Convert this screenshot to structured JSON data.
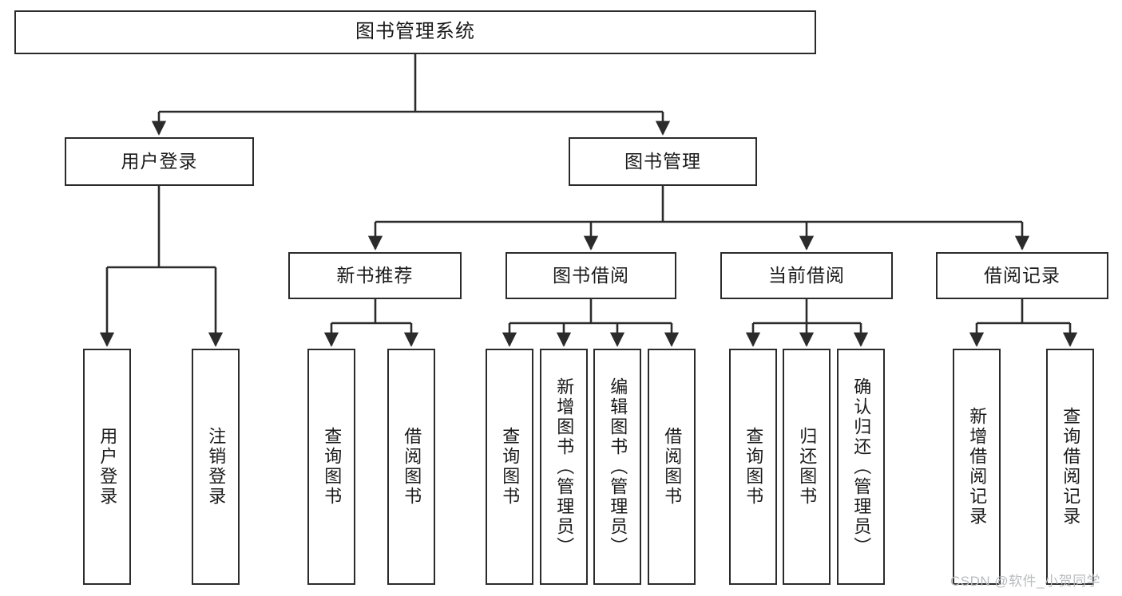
{
  "diagram": {
    "title": "图书管理系统",
    "type": "hierarchy-tree",
    "watermark": "CSDN @软件_小贺同学",
    "colors": {
      "box_border": "#2b2b2b",
      "box_fill": "#ffffff",
      "edge": "#2b2b2b",
      "text": "#1a1a1a",
      "watermark": "#b9bbbe"
    },
    "root": {
      "label": "图书管理系统"
    },
    "level2": [
      {
        "label": "用户登录"
      },
      {
        "label": "图书管理"
      }
    ],
    "level3": [
      {
        "label": "新书推荐"
      },
      {
        "label": "图书借阅"
      },
      {
        "label": "当前借阅"
      },
      {
        "label": "借阅记录"
      }
    ],
    "leaves": {
      "user_login": [
        {
          "label": "用户登录"
        },
        {
          "label": "注销登录"
        }
      ],
      "new_book": [
        {
          "label": "查询图书"
        },
        {
          "label": "借阅图书"
        }
      ],
      "book_borrow": [
        {
          "label": "查询图书"
        },
        {
          "label": "新增图书（管理员）"
        },
        {
          "label": "编辑图书（管理员）"
        },
        {
          "label": "借阅图书"
        }
      ],
      "current_borrow": [
        {
          "label": "查询图书"
        },
        {
          "label": "归还图书"
        },
        {
          "label": "确认归还（管理员）"
        }
      ],
      "borrow_record": [
        {
          "label": "新增借阅记录"
        },
        {
          "label": "查询借阅记录"
        }
      ]
    }
  }
}
